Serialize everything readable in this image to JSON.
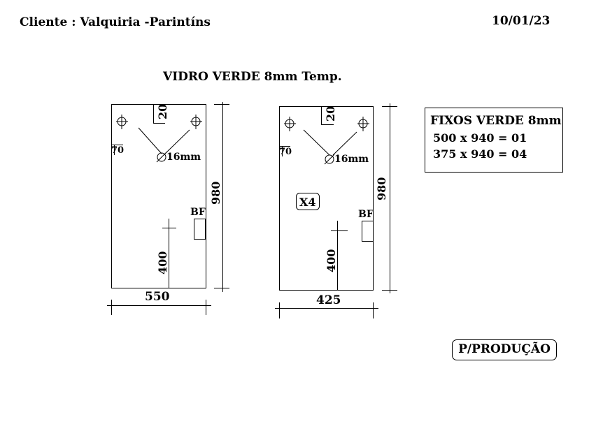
{
  "header": {
    "client": "Cliente : Valquiria -Parintíns",
    "date": "10/01/23"
  },
  "title": "VIDRO VERDE 8mm Temp.",
  "panel_a": {
    "hole_offset_top": "20",
    "hole_offset_side": "70",
    "hole_diameter": "16mm",
    "bf_label": "BF",
    "bf_height": "400",
    "width": "550",
    "height": "980"
  },
  "panel_b": {
    "hole_offset_top": "20",
    "hole_offset_side": "70",
    "hole_diameter": "16mm",
    "bf_label": "BF",
    "bf_height": "400",
    "width": "425",
    "height": "980",
    "quantity_badge": "X4"
  },
  "fixos": {
    "title": "FIXOS VERDE 8mm",
    "lines": [
      "500 x 940 = 01",
      "375 x 940 = 04"
    ]
  },
  "stamp": "P/PRODUÇÃO"
}
